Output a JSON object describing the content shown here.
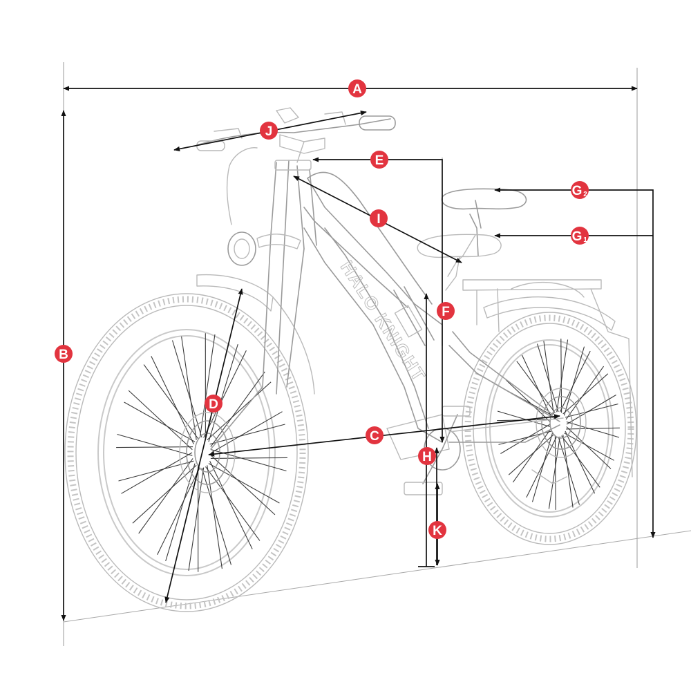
{
  "colors": {
    "badge": "#e2343f",
    "dimension_line": "#111111",
    "sketch_line": "#b9b9b9",
    "background": "#ffffff"
  },
  "frame_branding": "HALO KNIGHT",
  "dimension_labels": {
    "A": "A",
    "B": "B",
    "C": "C",
    "D": "D",
    "E": "E",
    "F": "F",
    "G1": "G",
    "G1_sub": "1",
    "G2": "G",
    "G2_sub": "2",
    "H": "H",
    "I": "I",
    "J": "J",
    "K": "K"
  }
}
